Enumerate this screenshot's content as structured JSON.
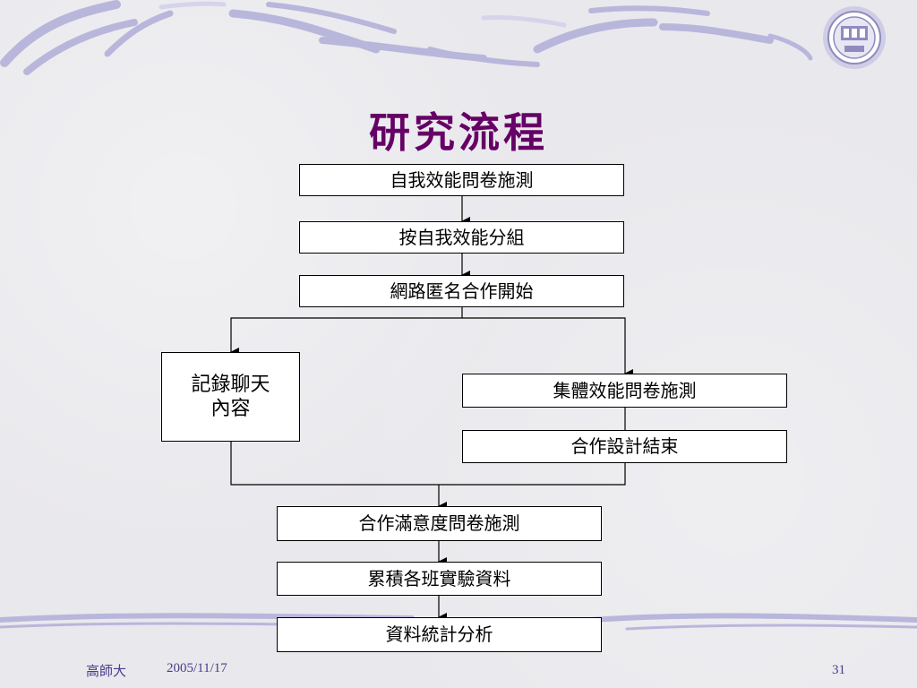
{
  "slide": {
    "title": "研究流程",
    "footer": {
      "author": "高師大",
      "date": "2005/11/17",
      "page": "31"
    },
    "colors": {
      "title": "#660066",
      "footer_text": "#4a3c8c",
      "decoration": "#b9b6dc"
    },
    "logo_icon": "university-seal-icon"
  },
  "flow": {
    "steps": {
      "self_efficacy_survey": "自我效能問卷施測",
      "group_by_efficacy": "按自我效能分組",
      "online_cooperation_start": "網路匿名合作開始",
      "record_chat": "記錄聊天\n內容",
      "collective_efficacy_survey": "集體效能問卷施測",
      "cooperative_design_end": "合作設計結束",
      "cooperation_satisfaction_survey": "合作滿意度問卷施測",
      "accumulate_class_data": "累積各班實驗資料",
      "statistical_analysis": "資料統計分析"
    }
  }
}
